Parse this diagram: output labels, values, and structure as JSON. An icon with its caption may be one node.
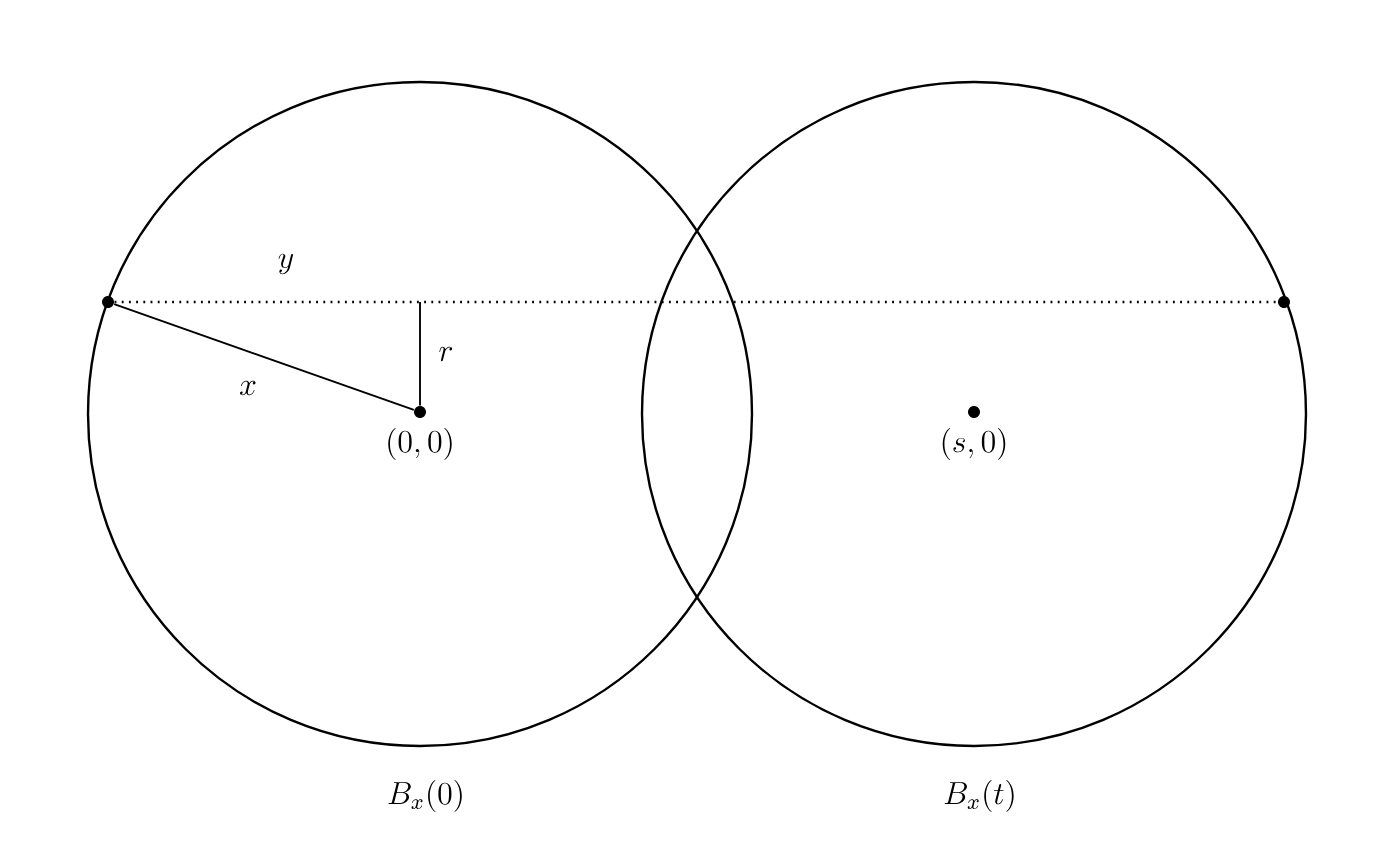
{
  "diagram": {
    "nodes": [
      {
        "text": [],
        "shape": "circle"
      },
      {
        "text": [],
        "shape": "circle",
        "beside": [
          "(0,0)"
        ]
      },
      {
        "text": [],
        "shape": "circle",
        "beside": [
          "(s,0)"
        ]
      },
      {
        "text": [],
        "shape": "circle"
      }
    ],
    "edges": [
      {
        "from": 0,
        "to": 1,
        "arrow": "none",
        "label": "x"
      },
      {
        "from": 0,
        "to": 3,
        "arrow": "none",
        "label": "y",
        "style": "dashed"
      },
      {
        "from": null,
        "to": 1,
        "arrow": "none",
        "label": "r"
      }
    ],
    "labels": [
      "B_x(0)",
      "B_x(t)"
    ]
  }
}
